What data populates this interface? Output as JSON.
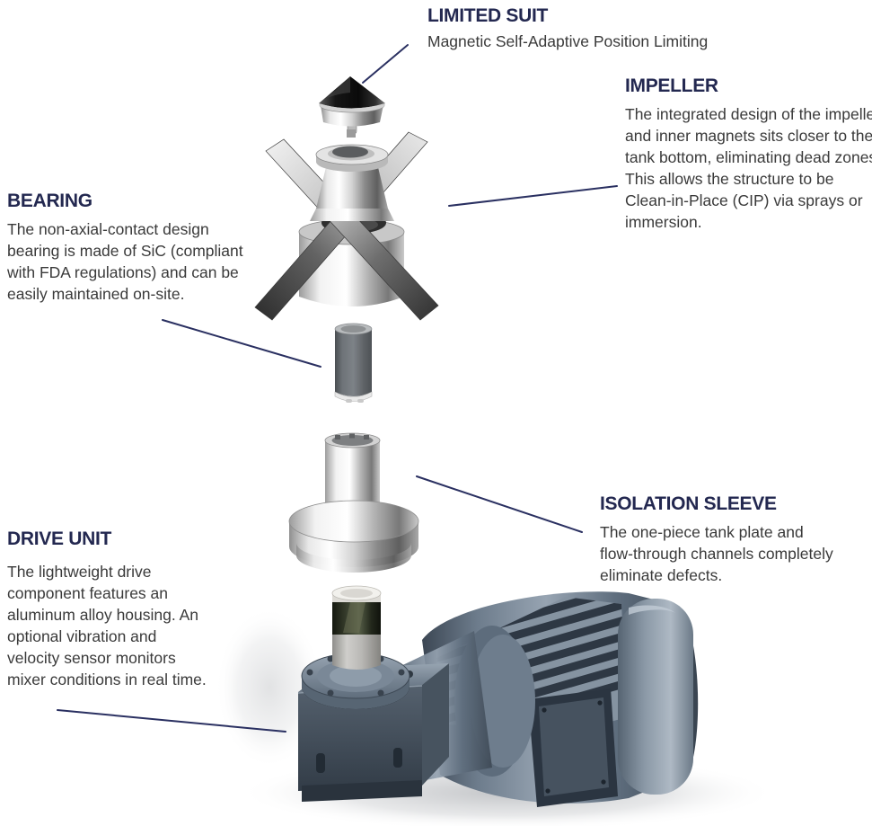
{
  "diagram": {
    "subject": "magnetic-mixer-exploded-view",
    "background": "#ffffff"
  },
  "colors": {
    "callout_title": "#232850",
    "callout_body": "#3a3a3a",
    "leader_line": "#2a3061",
    "motor_blue_gray": "#6b7a8a",
    "bearing_gray": "#6e7378",
    "metal_light": "#e8e8e8"
  },
  "callouts": [
    {
      "id": "limited-suit",
      "title": "LIMITED SUIT",
      "lines": [
        "Magnetic Self-Adaptive Position Limiting"
      ]
    },
    {
      "id": "impeller",
      "title": "IMPELLER",
      "lines": [
        "The integrated design of the impeller",
        "and inner magnets sits closer to the",
        "tank bottom, eliminating dead zones.",
        "This allows the structure to be",
        "Clean-in-Place (CIP) via sprays or",
        "immersion."
      ]
    },
    {
      "id": "bearing",
      "title": "BEARING",
      "lines": [
        "The non-axial-contact design",
        "bearing is made of SiC (compliant",
        "with FDA regulations) and can be",
        "easily maintained on-site."
      ]
    },
    {
      "id": "drive-unit",
      "title": "DRIVE UNIT",
      "lines": [
        "The lightweight drive",
        "component features an",
        "aluminum alloy housing. An",
        "optional vibration and",
        "velocity sensor monitors",
        "mixer conditions in real time."
      ]
    },
    {
      "id": "isolation-sleeve",
      "title": "ISOLATION SLEEVE",
      "lines": [
        "The one-piece tank plate and",
        "flow-through channels completely",
        "eliminate defects."
      ]
    }
  ],
  "illustration": {
    "parts": [
      "limited-suit-cap",
      "impeller",
      "bearing",
      "isolation-sleeve",
      "drive-unit-motor"
    ]
  }
}
